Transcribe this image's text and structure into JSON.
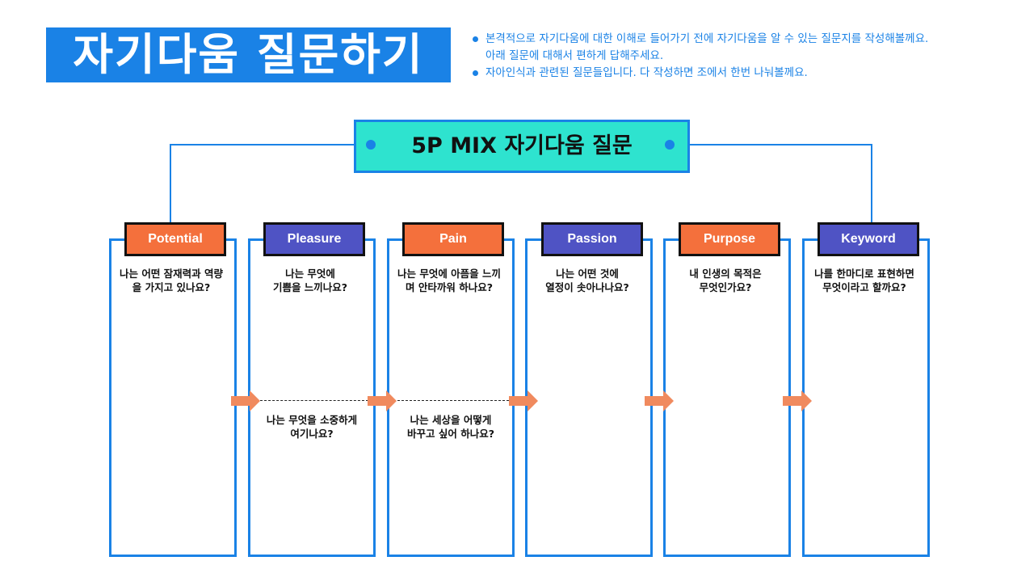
{
  "title": "자기다움 질문하기",
  "intro": {
    "line1": "본격적으로 자기다움에 대한 이해로 들어가기 전에 자기다움을 알 수 있는 질문지를 작성해볼께요.",
    "line1b": "아래 질문에 대해서 편하게 답해주세요.",
    "line2": "자아인식과 관련된 질문들입니다. 다 작성하면 조에서 한번 나눠볼께요."
  },
  "center": {
    "label": "5P MIX 자기다움 질문"
  },
  "colors": {
    "blue": "#1a82e6",
    "teal": "#2ee3cf",
    "orange": "#f4703c",
    "purple": "#4f53c4",
    "arrow": "#f08a5e"
  },
  "columns": [
    {
      "name": "Potential",
      "question": [
        "나는 어떤 잠재력과 역량",
        "을 가지고 있나요?"
      ]
    },
    {
      "name": "Pleasure",
      "question": [
        "나는 무엇에",
        "기쁨을 느끼나요?"
      ],
      "sub_question": [
        "나는 무엇을 소중하게",
        "여기나요?"
      ]
    },
    {
      "name": "Pain",
      "question": [
        "나는 무엇에 아픔을 느끼",
        "며 안타까워 하나요?"
      ],
      "sub_question": [
        "나는 세상을 어떻게",
        "바꾸고 싶어 하나요?"
      ]
    },
    {
      "name": "Passion",
      "question": [
        "나는 어떤 것에",
        "열정이 솟아나나요?"
      ]
    },
    {
      "name": "Purpose",
      "question": [
        "내 인생의 목적은",
        "무엇인가요?"
      ]
    },
    {
      "name": "Keyword",
      "question": [
        "나를 한마디로 표현하면",
        "무엇이라고 할까요?"
      ]
    }
  ],
  "icons": [
    "bullet-dot-icon",
    "right-arrow-icon",
    "connector-dot-icon"
  ]
}
